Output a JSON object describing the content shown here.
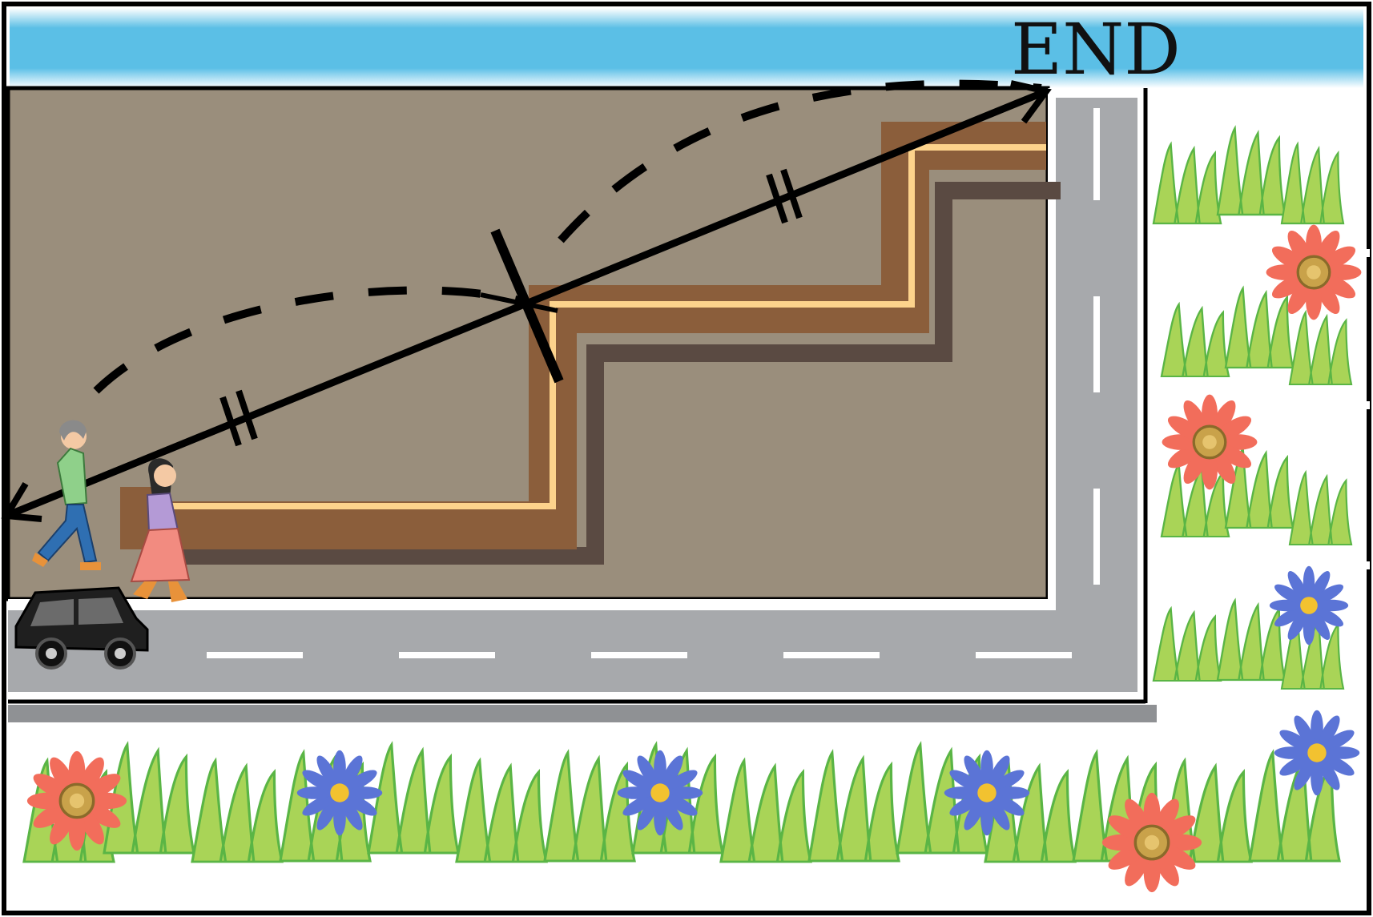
{
  "label": {
    "end": "END"
  },
  "colors": {
    "frame": "#000000",
    "sky": "#5bbfe6",
    "field": "#9a8e7c",
    "road": "#a7a9ac",
    "road_dash": "#ffffff",
    "path_dark": "#8b5e3b",
    "path_light": "#fdd38c",
    "path_shadow": "#5a4a42",
    "grass": "#a9d457",
    "grass_stroke": "#5ab545",
    "flower_red": "#f26d5b",
    "flower_blue": "#5b74d6",
    "car": "#1f1f1f"
  },
  "figures": {
    "people": [
      "man-walking",
      "woman-walking"
    ],
    "vehicle": "car"
  }
}
